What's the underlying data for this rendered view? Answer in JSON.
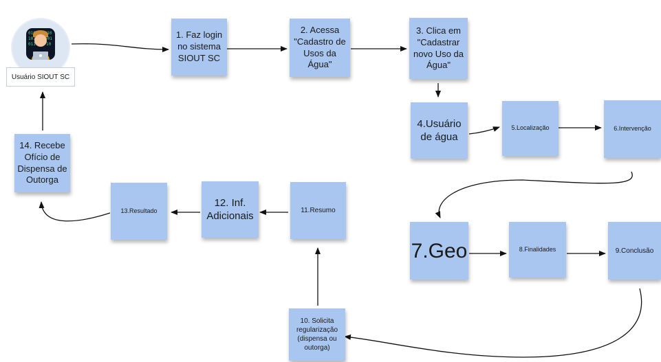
{
  "actor": {
    "label": "Usuário SIOUT SC",
    "icon": "developer-avatar-icon"
  },
  "colors": {
    "note": "#a8c6ef",
    "arrow": "#111111",
    "actor_circle": "#dce7f3"
  },
  "steps": [
    {
      "id": "step-1",
      "text": "1. Faz login no sistema SIOUT SC"
    },
    {
      "id": "step-2",
      "text": "2. Acessa \"Cadastro de Usos da Água\""
    },
    {
      "id": "step-3",
      "text": "3. Clica em \"Cadastrar novo Uso da Água\""
    },
    {
      "id": "step-4",
      "text": "4.Usuário de água"
    },
    {
      "id": "step-5",
      "text": "5.Localização"
    },
    {
      "id": "step-6",
      "text": "6.Intervenção"
    },
    {
      "id": "step-7",
      "text": "7.Geo"
    },
    {
      "id": "step-8",
      "text": "8.Finalidades"
    },
    {
      "id": "step-9",
      "text": "9.Conclusão"
    },
    {
      "id": "step-10",
      "text": "10. Solicita regularização (dispensa ou outorga)"
    },
    {
      "id": "step-11",
      "text": "11.Resumo"
    },
    {
      "id": "step-12",
      "text": "12. Inf. Adicionais"
    },
    {
      "id": "step-13",
      "text": "13.Resultado"
    },
    {
      "id": "step-14",
      "text": "14. Recebe Ofício de Dispensa de Outorga"
    }
  ]
}
